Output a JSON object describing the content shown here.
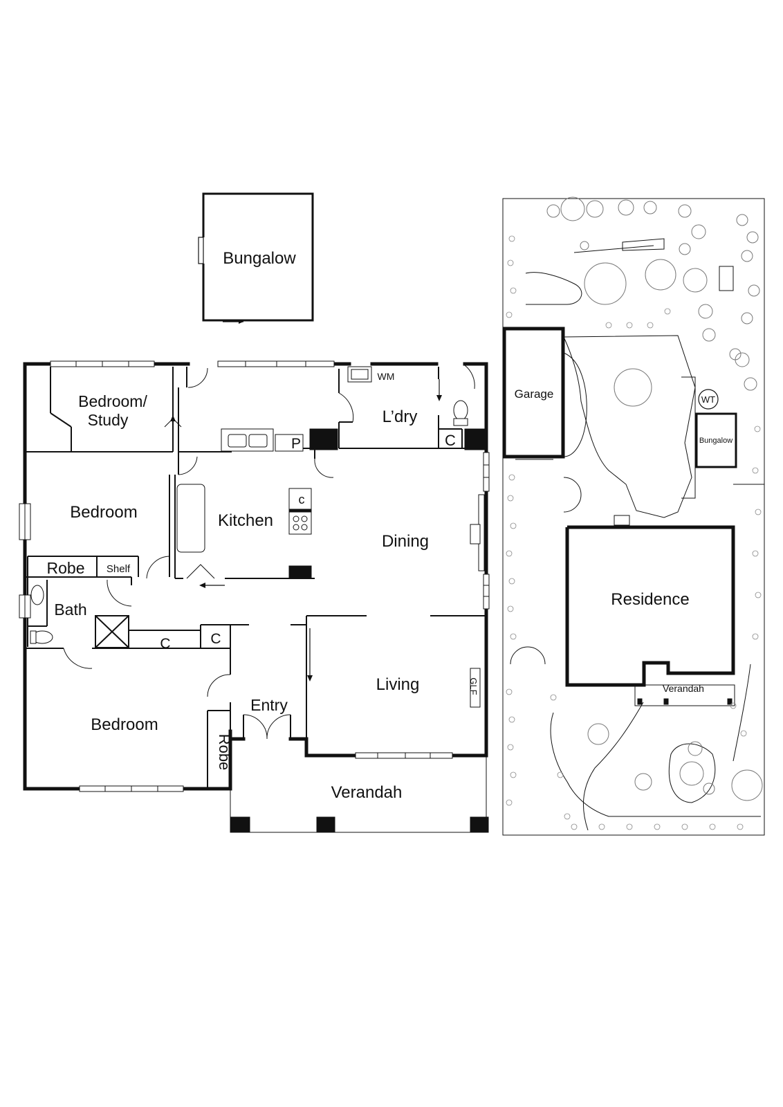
{
  "bungalow_plan": {
    "label": "Bungalow"
  },
  "floor_plan": {
    "rooms": {
      "bedroom_study_line1": "Bedroom/",
      "bedroom_study_line2": "Study",
      "laundry": "L’dry",
      "laundry_wm": "WM",
      "laundry_cupboard": "C",
      "pantry": "P",
      "kitchen": "Kitchen",
      "kitchen_cupboard": "c",
      "bedroom_2": "Bedroom",
      "robe_1": "Robe",
      "shelf": "Shelf",
      "bath": "Bath",
      "cupboard_1": "C",
      "cupboard_2": "C",
      "bedroom_1": "Bedroom",
      "robe_2": "Robe",
      "entry": "Entry",
      "dining": "Dining",
      "living": "Living",
      "fireplace": "GLF",
      "verandah": "Verandah"
    }
  },
  "site_plan": {
    "garage": "Garage",
    "water_tank": "WT",
    "bungalow": "Bungalow",
    "residence": "Residence",
    "verandah": "Verandah"
  },
  "colors": {
    "wall": "#111111",
    "background": "#ffffff",
    "tree": "#777777"
  }
}
